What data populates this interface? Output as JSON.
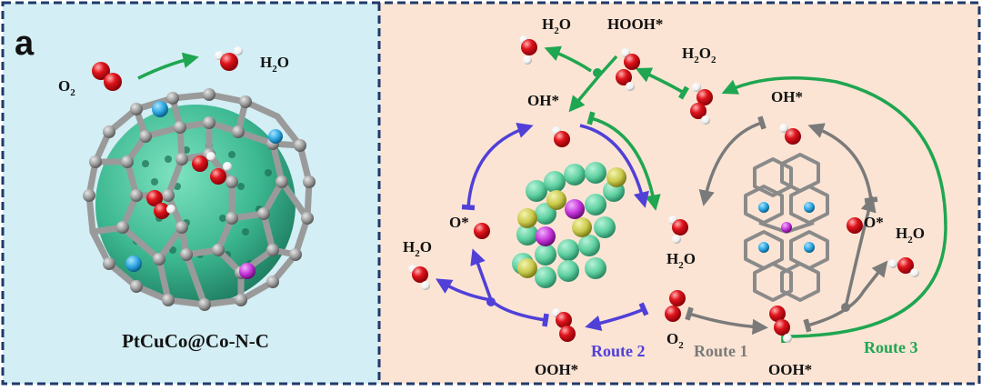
{
  "panel_label": "a",
  "left": {
    "o2": "O",
    "o2_sub": "2",
    "h2o": "H",
    "h2o_sub": "2",
    "h2o_tail": "O",
    "caption": "PtCuCo@Co-N-C"
  },
  "right": {
    "h2o_top": {
      "main": "H",
      "sub": "2",
      "tail": "O"
    },
    "hooh": "HOOH*",
    "h2o2": {
      "main": "H",
      "sub": "2",
      "tail": "O",
      "sub2": "2"
    },
    "oh_left": "OH*",
    "oh_right": "OH*",
    "o_left": "O*",
    "o_right": "O*",
    "h2o_left": {
      "main": "H",
      "sub": "2",
      "tail": "O"
    },
    "h2o_mid": {
      "main": "H",
      "sub": "2",
      "tail": "O"
    },
    "h2o_right": {
      "main": "H",
      "sub": "2",
      "tail": "O"
    },
    "ooh_left": "OOH*",
    "ooh_right": "OOH*",
    "o2_mid": {
      "main": "O",
      "sub": "2"
    },
    "route1": "Route 1",
    "route2": "Route 2",
    "route3": "Route 3"
  },
  "colors": {
    "left_bg": "#d3eef4",
    "right_bg": "#fbe4d4",
    "border": "#1f3a6b",
    "route1": "#7a7a7a",
    "route2": "#5040d8",
    "route3": "#1fa650",
    "oxygen": "#e0141c",
    "hydrogen": "#ffffff",
    "cage": "#3fbf95",
    "carbon": "#9b9b9b",
    "nitrogen": "#2aa4e0",
    "metal": "#c231d6",
    "sulfur": "#c9c94a"
  }
}
